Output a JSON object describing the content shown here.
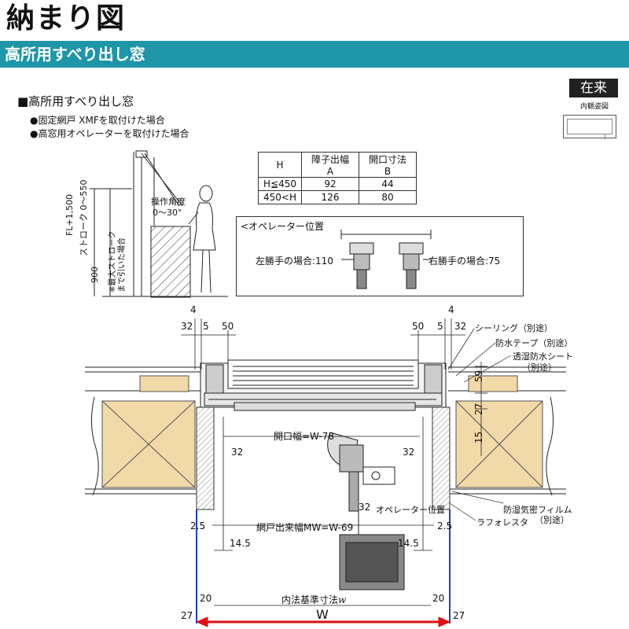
{
  "header": {
    "title": "納まり図",
    "band_title": "高所用すべり出し窓"
  },
  "badge": {
    "label": "在来",
    "sub_label": "内観姿図"
  },
  "section": {
    "heading": "■高所用すべり出し窓",
    "bullets": [
      "●固定網戸 XMFを取付けた場合",
      "●高窓用オペレーターを取付けた場合"
    ]
  },
  "elevation": {
    "angle_label": "操作角度",
    "angle_range": "0〜30°",
    "fl_label": "FL+1,500",
    "stroke_label": "ストローク 0〜550",
    "max_stroke_value": "900",
    "max_stroke_note": "※最大ストローク",
    "max_stroke_note2": "まで引いた場合"
  },
  "dim_table": {
    "headers": [
      "H",
      "障子出幅 A",
      "開口寸法 B"
    ],
    "rows": [
      [
        "H≦450",
        "92",
        "44"
      ],
      [
        "450<H",
        "126",
        "80"
      ]
    ]
  },
  "operator_position": {
    "title": "<オペレーター位置",
    "left_label": "左勝手の場合:110",
    "right_label": "右勝手の場合:75"
  },
  "section_drawing": {
    "top_dims": [
      "4",
      "32",
      "5",
      "50",
      "50",
      "5",
      "4",
      "32"
    ],
    "right_vertical_dims": [
      "59",
      "27",
      "15"
    ],
    "callouts": [
      "シーリング（別途）",
      "防水テープ（別途）",
      "透湿防水シート",
      "（別途）",
      "防湿気密フィルム",
      "（別途）",
      "ラフォレスタ"
    ],
    "opening_width": "開口幅=W-78",
    "inner_dims": [
      "32",
      "32",
      "32"
    ],
    "operator_pos_label": "オペレーター位置",
    "screen_width": "網戸出来幅MW=W-69",
    "side_dims": [
      "2.5",
      "2.5",
      "14.5",
      "14.5",
      "20",
      "20",
      "27",
      "27"
    ],
    "inner_ref": "内法基準寸法",
    "inner_ref_symbol": "w",
    "width_symbol": "W"
  },
  "colors": {
    "band": "#1f95a8",
    "wood": "#f2d9a8",
    "blue_line": "#1f3fbf",
    "red_arrow": "#d11"
  }
}
